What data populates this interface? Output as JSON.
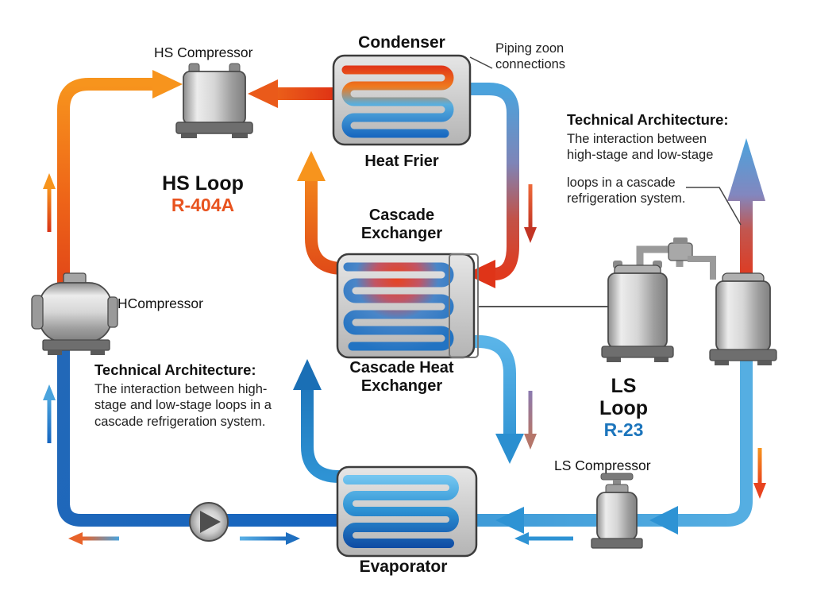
{
  "labels": {
    "hs_compressor": "HS Compressor",
    "condenser": "Condenser",
    "heat_frier": "Heat Frier",
    "cascade_exchanger": [
      "Cascade",
      "Exchanger"
    ],
    "cascade_heat_exchanger": [
      "Cascade Heat",
      "Exchanger"
    ],
    "hcompressor": "HCompressor",
    "ls_compressor": "LS Compressor",
    "evaporator": "Evaporator"
  },
  "loops": {
    "hs": {
      "name": "HS Loop",
      "refrigerant": "R-404A",
      "color": "#e8531f"
    },
    "ls": {
      "name_line1": "LS",
      "name_line2": "Loop",
      "refrigerant": "R-23",
      "color": "#1c75bc"
    }
  },
  "notes": {
    "piping": {
      "line1": "Piping zoon",
      "line2": "connections"
    },
    "tech_right": {
      "title": "Technical Architecture:",
      "line1": "The interaction between",
      "line2": "high-stage and low-stage",
      "line3": "loops in a cascade",
      "line4": "refrigeration system."
    },
    "tech_left": {
      "title": "Technical Architecture:",
      "line1": "The interaction between high-",
      "line2": "stage and low-stage loops in a",
      "line3": "cascade refrigeration system."
    }
  },
  "colors": {
    "hot_pipe": "#f7941d",
    "hot_deep": "#d93418",
    "cold_pipe": "#2b8fd0",
    "cold_deep": "#1565c0",
    "metal": "#c9c9c9"
  }
}
